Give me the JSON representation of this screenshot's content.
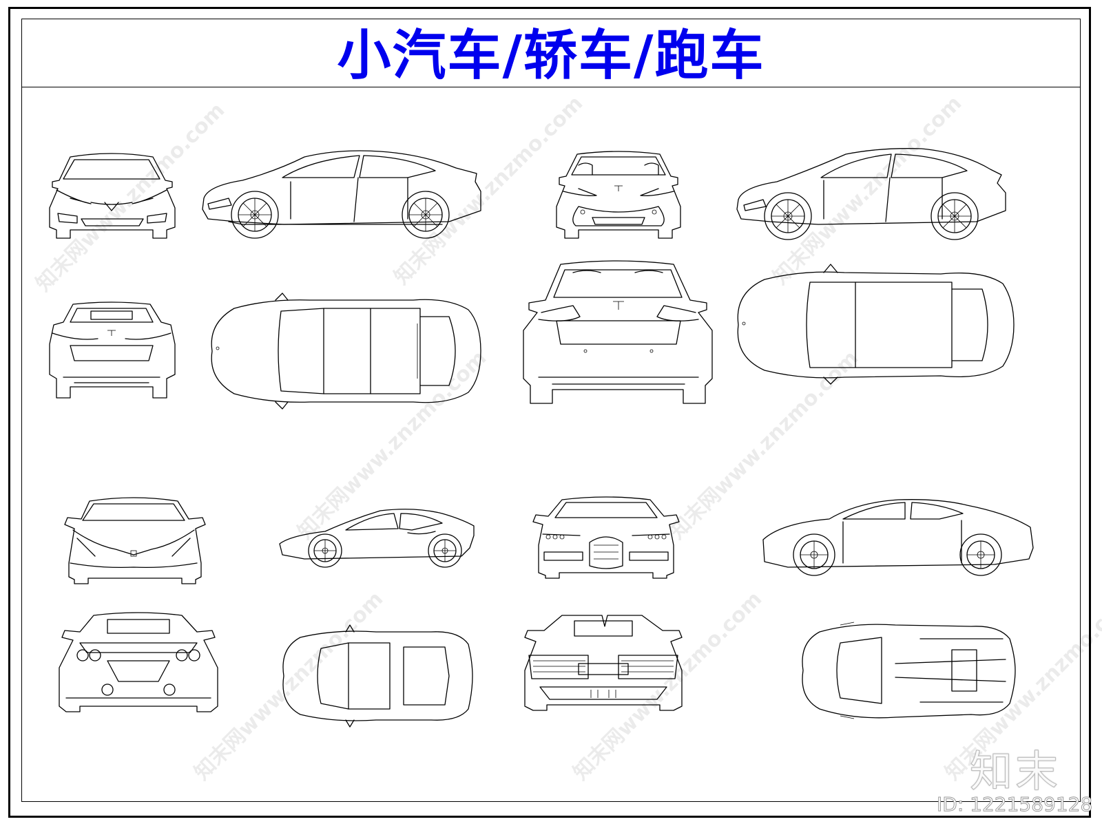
{
  "title": "小汽车/轿车/跑车",
  "watermark_text": "知末网www.znzmo.com",
  "logo_text": "知末",
  "id_label": "ID: 1221589128",
  "colors": {
    "title": "#0000ee",
    "line": "#000000",
    "background": "#ffffff"
  }
}
